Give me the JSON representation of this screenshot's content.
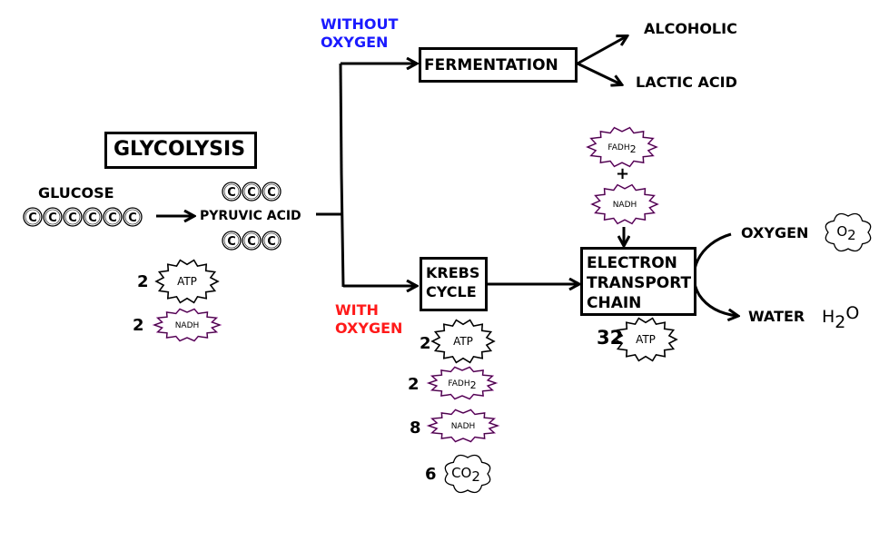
{
  "title": "GLYCOLYSIS",
  "glycolysis": {
    "input_label": "GLUCOSE",
    "input_carbons": [
      "C",
      "C",
      "C",
      "C",
      "C",
      "C"
    ],
    "output_label": "PYRUVIC ACID",
    "output_carbons_top": [
      "C",
      "C",
      "C"
    ],
    "output_carbons_bottom": [
      "C",
      "C",
      "C"
    ],
    "products": [
      {
        "count": "2",
        "molecule": "ATP"
      },
      {
        "count": "2",
        "molecule": "NADH"
      }
    ]
  },
  "branches": {
    "anaerobic_condition": [
      "WITHOUT",
      "OXYGEN"
    ],
    "aerobic_condition": [
      "WITH",
      "OXYGEN"
    ],
    "anaerobic_color": "#1a1aff",
    "aerobic_color": "#ff1a1a"
  },
  "fermentation": {
    "label": "FERMENTATION",
    "outputs": [
      "ALCOHOLIC",
      "LACTIC ACID"
    ]
  },
  "krebs": {
    "label": [
      "KREBS",
      "CYCLE"
    ],
    "products": [
      {
        "count": "2",
        "molecule": "ATP"
      },
      {
        "count": "2",
        "molecule": "FADH",
        "subscript": "2"
      },
      {
        "count": "8",
        "molecule": "NADH"
      },
      {
        "count": "6",
        "molecule": "CO",
        "subscript": "2"
      }
    ]
  },
  "etc": {
    "label": [
      "ELECTRON",
      "TRANSPORT",
      "CHAIN"
    ],
    "inputs": [
      {
        "molecule": "FADH",
        "subscript": "2"
      },
      {
        "molecule": "NADH"
      }
    ],
    "plus": "+",
    "products": [
      {
        "count": "32",
        "molecule": "ATP"
      }
    ],
    "oxygen_label": "OXYGEN",
    "oxygen_formula": {
      "base": "O",
      "subscript": "2"
    },
    "water_label": "WATER",
    "water_formula": {
      "base": "H",
      "subscript": "2",
      "tail": "O"
    }
  },
  "colors": {
    "nadh_fadh_outline": "#8b1a8b",
    "stroke": "#000000"
  }
}
